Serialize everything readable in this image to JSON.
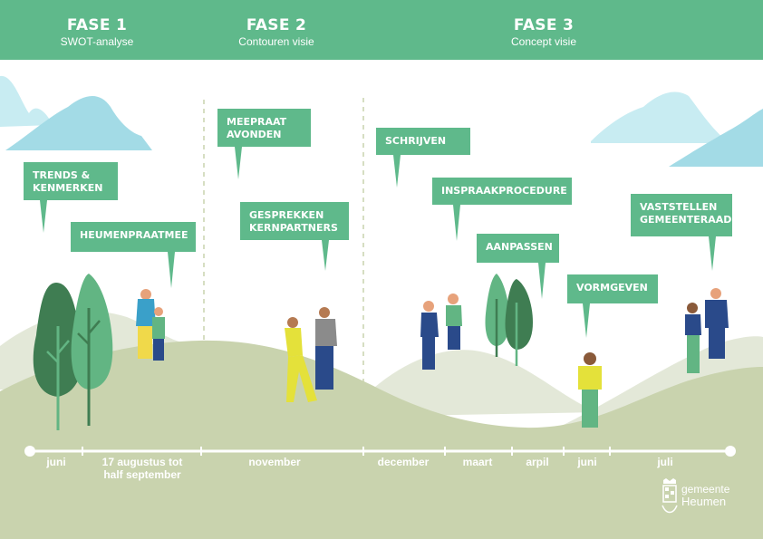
{
  "phases": [
    {
      "title": "FASE 1",
      "subtitle": "SWOT-analyse"
    },
    {
      "title": "FASE 2",
      "subtitle": "Contouren visie"
    },
    {
      "title": "FASE 3",
      "subtitle": "Concept visie"
    }
  ],
  "activities": [
    {
      "label": "TRENDS &\nKENMERKEN"
    },
    {
      "label": "HEUMENPRAATMEE"
    },
    {
      "label": "MEEPRAAT\nAVONDEN"
    },
    {
      "label": "GESPREKKEN\nKERNPARTNERS"
    },
    {
      "label": "SCHRIJVEN"
    },
    {
      "label": "INSPRAAKPROCEDURE"
    },
    {
      "label": "AANPASSEN"
    },
    {
      "label": "VORMGEVEN"
    },
    {
      "label": "VASTSTELLEN\nGEMEENTERAAD"
    }
  ],
  "timeline": [
    {
      "label": "juni"
    },
    {
      "label": "17 augustus tot\nhalf september"
    },
    {
      "label": "november"
    },
    {
      "label": "december"
    },
    {
      "label": "maart"
    },
    {
      "label": "arpil"
    },
    {
      "label": "juni"
    },
    {
      "label": "juli"
    }
  ],
  "logo": {
    "line1": "gemeente",
    "line2": "Heumen"
  },
  "colors": {
    "primary_green": "#5fb98b",
    "hill_light": "#e3e8d8",
    "hill_mid": "#c9d3ae",
    "cloud": "#a3dbe6",
    "tree_dark": "#3f7d52",
    "tree_light": "#62b583"
  }
}
